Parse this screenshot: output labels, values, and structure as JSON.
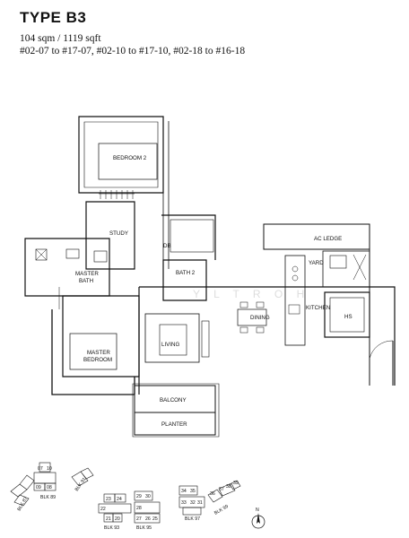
{
  "header": {
    "title": "TYPE B3",
    "area": "104 sqm / 1119 sqft",
    "units": "#02-07 to #17-07, #02-10 to #17-10, #02-18 to #16-18"
  },
  "rooms": {
    "bedroom2": "BEDROOM 2",
    "study": "STUDY",
    "db": "DB",
    "master_bath_line1": "MASTER",
    "master_bath_line2": "BATH",
    "bath2": "BATH 2",
    "ac_ledge": "AC LEDGE",
    "yard": "YARD",
    "kitchen": "KITCHEN",
    "hs": "HS",
    "dining": "DINING",
    "living": "LIVING",
    "master_bedroom_line1": "MASTER",
    "master_bedroom_line2": "BEDROOM",
    "balcony": "BALCONY",
    "planter": "PLANTER"
  },
  "key_plan": {
    "blocks": [
      "BLK 87",
      "BLK 89",
      "BLK 91",
      "BLK 93",
      "BLK 95",
      "BLK 97",
      "BLK 99"
    ],
    "units_87": [
      "07",
      "10"
    ],
    "units_89": [
      "09",
      "08"
    ],
    "units_93": [
      "23",
      "24",
      "22",
      "21",
      "20"
    ],
    "units_95": [
      "29",
      "30",
      "28",
      "27",
      "26",
      "25"
    ],
    "units_97": [
      "34",
      "35",
      "33",
      "32",
      "31"
    ],
    "units_99": [
      "36",
      "37",
      "38",
      "39"
    ]
  },
  "north_label": "N"
}
